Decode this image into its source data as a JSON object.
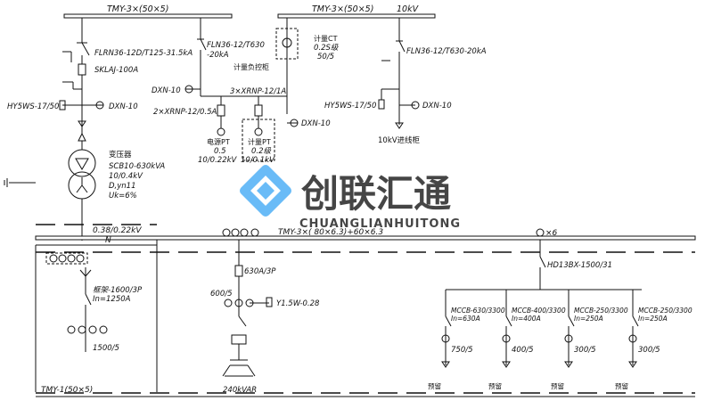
{
  "buses": {
    "top_left": "TMY-3×(50×5)",
    "top_right": "TMY-3×(50×5)",
    "top_right_voltage": "10kV",
    "low_voltage": "0.38/0.22kV",
    "low_neutral": "N",
    "low_main": "TMY-3×( 80×6.3)+60×6.3",
    "bottom": "TMY-1(50×5)"
  },
  "hv_incoming": {
    "switch": "FLRN36-12D/T125-31.5kA",
    "fuse": "SKLAJ-100A",
    "arrester": "HY5WS-17/50",
    "indicator": "DXN-10"
  },
  "metering_cabinet": {
    "switch_line1": "FLN36-12/T630",
    "switch_line2": "-20kA",
    "name": "计量负控柜",
    "indicator_left": "DXN-10",
    "fuse_label": "3×XRNP-12/1A",
    "fuse_left": "2×XRNP-12/0.5A",
    "indicator_right": "DXN-10",
    "pt_power": [
      "电源PT",
      "0.5",
      "10/0.22kV"
    ],
    "pt_meter": [
      "计量PT",
      "0.2级",
      "10/0.1kV"
    ]
  },
  "metering_ct": [
    "计量CT",
    "0.2S级",
    "50/5"
  ],
  "incoming_cabinet": {
    "switch": "FLN36-12/T630-20kA",
    "arrester": "HY5WS-17/50",
    "indicator": "DXN-10",
    "name": "10kV进线柜"
  },
  "transformer": {
    "name": "变压器",
    "model": "SCB10-630kVA",
    "ratio": "10/0.4kV",
    "group": "D,yn11",
    "uk": "Uk=6%"
  },
  "lv_main": {
    "breaker": "框架-1600/3P",
    "rating": "In=1250A",
    "ct": "1500/5"
  },
  "capacitor": {
    "fuse": "630A/3P",
    "ct": "600/5",
    "arrester": "Y1.5W-0.28",
    "rating": "240kVAR"
  },
  "feeder": {
    "switch": "HD13BX-1500/31",
    "ammeters": "×6",
    "branches": [
      {
        "breaker": "MCCB-630/3300",
        "rating": "In=630A",
        "ct": "750/5",
        "spare": "预留"
      },
      {
        "breaker": "MCCB-400/3300",
        "rating": "In=400A",
        "ct": "400/5",
        "spare": "预留"
      },
      {
        "breaker": "MCCB-250/3300",
        "rating": "In=250A",
        "ct": "300/5",
        "spare": "预留"
      },
      {
        "breaker": "MCCB-250/3300",
        "rating": "In=250A",
        "ct": "300/5",
        "spare": "预留"
      }
    ]
  },
  "watermark": {
    "cn": "创联汇通",
    "en": "CHUANGLIANHUITONG",
    "color": "#3fa9f5"
  }
}
